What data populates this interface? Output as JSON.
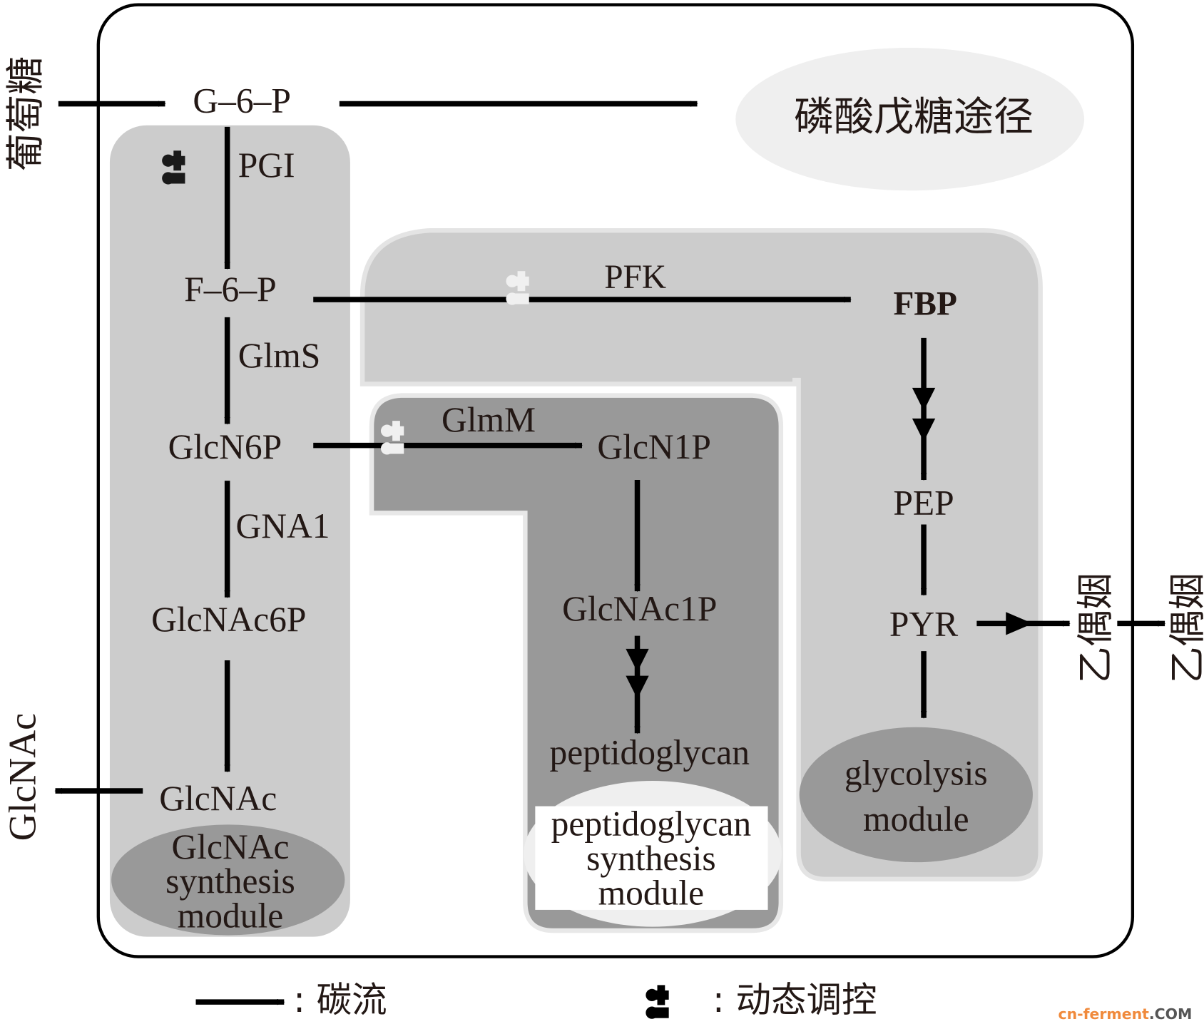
{
  "diagram": {
    "type": "metabolic-pathway",
    "inputs": {
      "glucose": "葡萄糖"
    },
    "outputs": {
      "glcnac_external": "GlcNAc",
      "acetoin_internal": "乙偶姻",
      "acetoin_external": "乙偶姻"
    },
    "side_pathway": {
      "label": "磷酸戊糖途径"
    },
    "metabolites": {
      "g6p": "G–6–P",
      "f6p": "F–6–P",
      "glcn6p": "GlcN6P",
      "glcnac6p": "GlcNAc6P",
      "glcnac": "GlcNAc",
      "fbp": "FBP",
      "pep": "PEP",
      "pyr": "PYR",
      "glcn1p": "GlcN1P",
      "glcnac1p": "GlcNAc1P",
      "peptidoglycan": "peptidoglycan"
    },
    "enzymes": {
      "pgi": "PGI",
      "glms": "GlmS",
      "gna1": "GNA1",
      "pfk": "PFK",
      "glmm": "GlmM"
    },
    "modules": {
      "glcnac": {
        "line1": "GlcNAc",
        "line2": "synthesis",
        "line3": "module"
      },
      "peptidoglycan": {
        "line1": "peptidoglycan",
        "line2": "synthesis",
        "line3": "module"
      },
      "glycolysis": {
        "line1": "glycolysis",
        "line2": "module"
      }
    },
    "dynamic_regulation_nodes": [
      "PGI",
      "PFK",
      "GlmM"
    ],
    "edges": [
      {
        "from": "葡萄糖",
        "to": "G–6–P",
        "type": "carbon-flux"
      },
      {
        "from": "G–6–P",
        "to": "磷酸戊糖途径",
        "type": "carbon-flux"
      },
      {
        "from": "G–6–P",
        "to": "F–6–P",
        "enzyme": "PGI",
        "type": "carbon-flux"
      },
      {
        "from": "F–6–P",
        "to": "FBP",
        "enzyme": "PFK",
        "type": "carbon-flux"
      },
      {
        "from": "F–6–P",
        "to": "GlcN6P",
        "enzyme": "GlmS",
        "type": "carbon-flux"
      },
      {
        "from": "GlcN6P",
        "to": "GlcN1P",
        "enzyme": "GlmM",
        "type": "carbon-flux"
      },
      {
        "from": "GlcN6P",
        "to": "GlcNAc6P",
        "enzyme": "GNA1",
        "type": "carbon-flux"
      },
      {
        "from": "GlcNAc6P",
        "to": "GlcNAc",
        "type": "carbon-flux"
      },
      {
        "from": "GlcNAc",
        "to": "GlcNAc (extracellular)",
        "type": "carbon-flux"
      },
      {
        "from": "GlcN1P",
        "to": "GlcNAc1P",
        "type": "carbon-flux"
      },
      {
        "from": "GlcNAc1P",
        "to": "peptidoglycan",
        "type": "multi-step"
      },
      {
        "from": "FBP",
        "to": "PEP",
        "type": "multi-step"
      },
      {
        "from": "PEP",
        "to": "PYR",
        "type": "carbon-flux"
      },
      {
        "from": "PYR",
        "to": "乙偶姻",
        "type": "multi-step"
      },
      {
        "from": "乙偶姻",
        "to": "乙偶姻 (extracellular)",
        "type": "carbon-flux"
      },
      {
        "from": "PYR",
        "to": "glycolysis module",
        "type": "carbon-flux"
      }
    ]
  },
  "legend": {
    "carbon_flux": ": 碳流",
    "dynamic_regulation": ": 动态调控"
  },
  "watermark": {
    "main": "cn-ferment",
    "suffix": ".COM"
  },
  "colors": {
    "light_module": "#cccccc",
    "dark_module": "#999999",
    "ellipse_dark": "#999999",
    "ellipse_light": "#efefef",
    "arrow": "#000000",
    "text": "#231815",
    "watermark_orange": "#f08a3c",
    "watermark_gray": "#555555"
  }
}
